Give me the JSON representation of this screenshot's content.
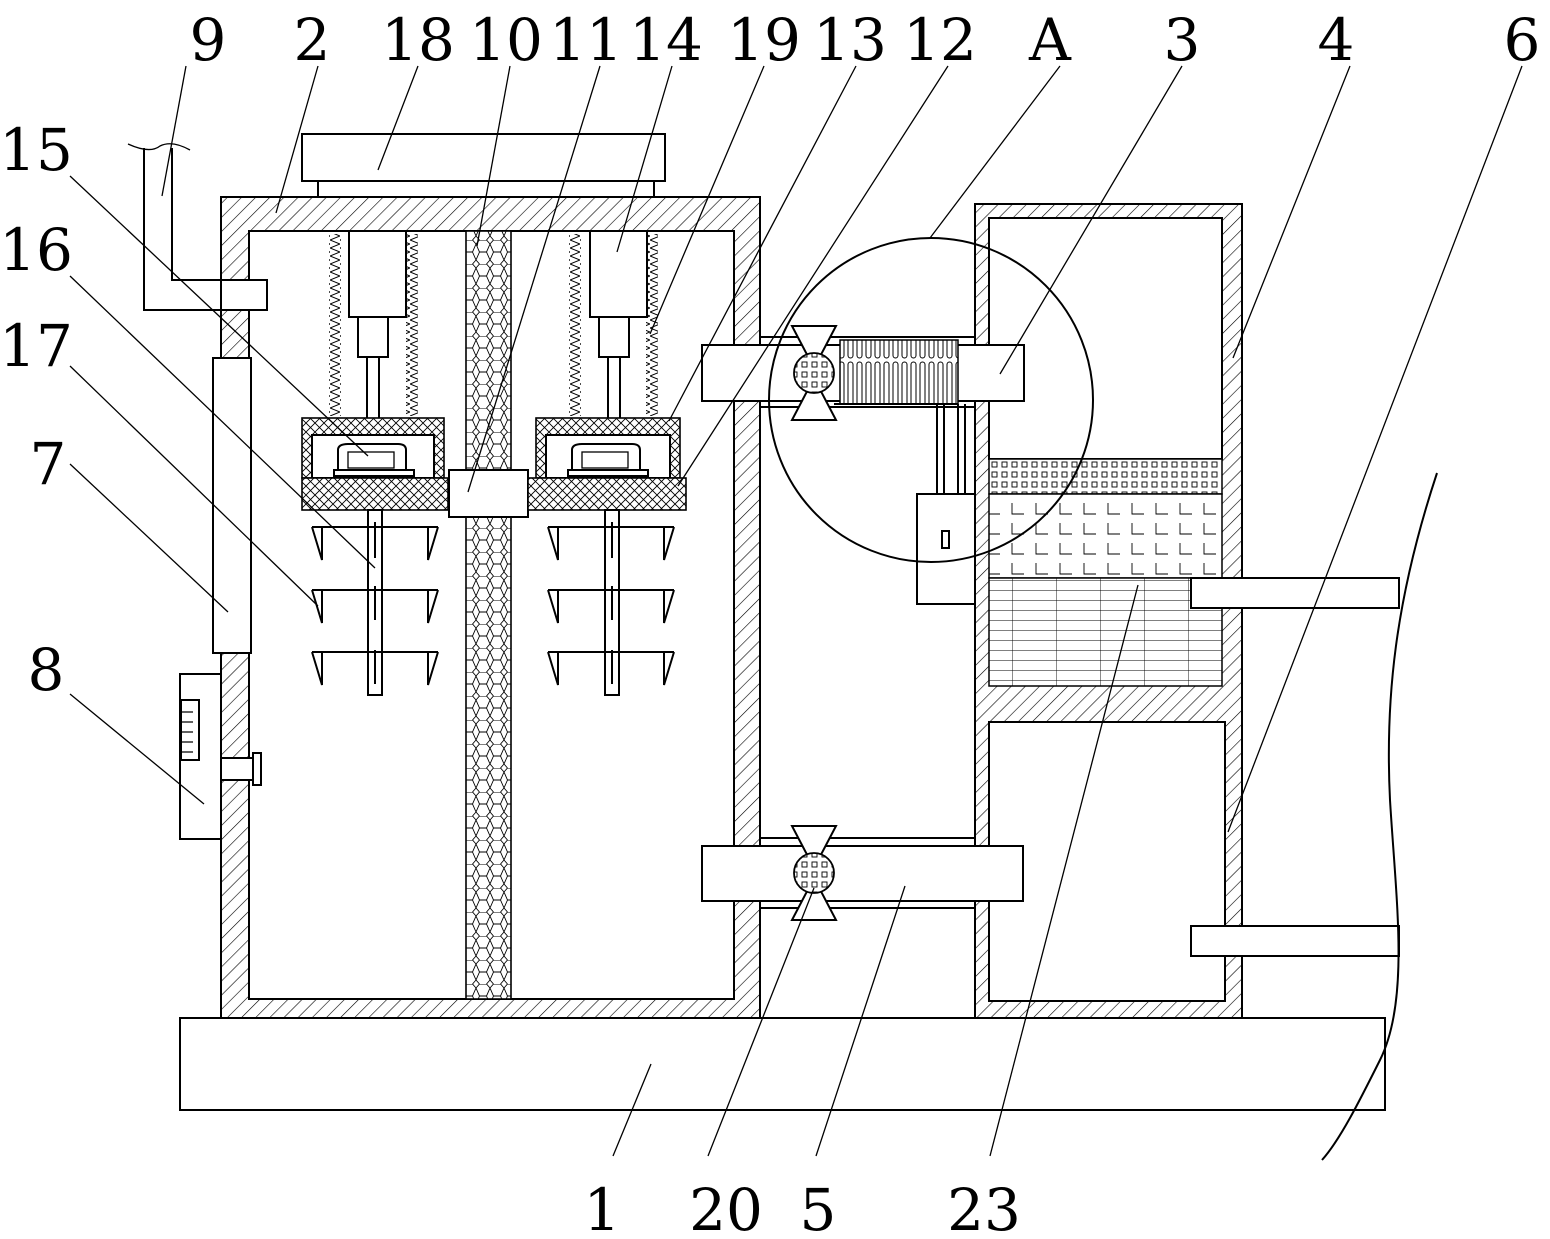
{
  "labels": {
    "l9": "9",
    "l2": "2",
    "l18": "18",
    "l10": "10",
    "l11": "11",
    "l14": "14",
    "l19": "19",
    "l13": "13",
    "l12": "12",
    "lA": "A",
    "l3": "3",
    "l4": "4",
    "l6": "6",
    "l15": "15",
    "l16": "16",
    "l17": "17",
    "l7": "7",
    "l8": "8",
    "l1": "1",
    "l20": "20",
    "l5": "5",
    "l23": "23"
  }
}
